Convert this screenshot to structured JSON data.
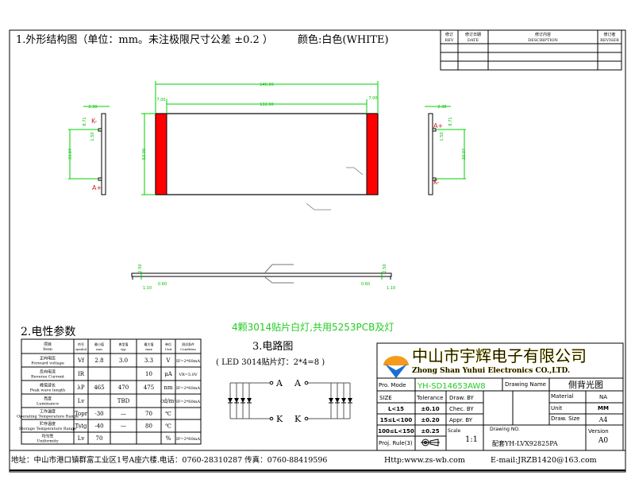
{
  "title": "1.外形结构图（单位：mm。未注极限尺寸公差 ±0.2 ）",
  "color_label": "颜色:白色(WHITE)",
  "revision_table": {
    "headers": [
      [
        "修订",
        "REV"
      ],
      [
        "修订日期",
        "DATE"
      ],
      [
        "修订内容",
        "DESCRIPTION"
      ],
      [
        "修订者",
        "REVISER"
      ]
    ]
  },
  "dimensions": {
    "total_length": "146.00",
    "inner_length": "132.00",
    "end_left": "7.00",
    "end_right": "7.00",
    "height": "53.00",
    "side_thickness": "2.30",
    "pin_offset": "8.71",
    "pin_width": "1.50",
    "pin_pitch": "33.07",
    "bottom_height": "2.50",
    "bottom_pin": "0.60",
    "bottom_offset": "1.10"
  },
  "pins": {
    "k": "K-",
    "a": "A+"
  },
  "colors": {
    "led_bar": "#ff0000",
    "dimension": "#00d000",
    "brand_yellow": "#ffff33",
    "model_green": "#22cc22"
  },
  "note": "4颗3014贴片白灯,共用5253PCB及灯",
  "section2_title": "2.电性参数",
  "electrical_table": {
    "headers": [
      [
        "项目",
        "Item"
      ],
      [
        "符号",
        "symbol"
      ],
      [
        "最小值",
        "min"
      ],
      [
        "典型值",
        "typ"
      ],
      [
        "最大值",
        "max"
      ],
      [
        "单位",
        "Unit"
      ],
      [
        "测试条件",
        "Condition"
      ]
    ],
    "rows": [
      [
        [
          "正向电压",
          "Forward voltage"
        ],
        "Vf",
        "2.8",
        "3.0",
        "3.3",
        "V",
        "IF=2*60mA"
      ],
      [
        [
          "反向电流",
          "Reverse Current"
        ],
        "IR",
        "",
        "",
        "10",
        "μA",
        "VR=5.0V"
      ],
      [
        [
          "峰值波长",
          "Peak wave length"
        ],
        "λP",
        "465",
        "470",
        "475",
        "nm",
        "IF=2*60mA"
      ],
      [
        [
          "亮度",
          "Luminance"
        ],
        "Lv",
        "",
        "TBD",
        "",
        "cd/m²",
        "IF=2*60mA"
      ],
      [
        [
          "工作温度",
          "Operating Temperature Range"
        ],
        "Topr",
        "-30",
        "—",
        "70",
        "℃",
        ""
      ],
      [
        [
          "贮存温度",
          "Storage Temperature Range"
        ],
        "Tstg",
        "-40",
        "—",
        "80",
        "℃",
        ""
      ],
      [
        [
          "均匀性",
          "Uniformity"
        ],
        "Lv",
        "70",
        "",
        "",
        "%",
        "IF=2*60mA"
      ]
    ]
  },
  "section3_title": "3.电路图",
  "circuit_note": "( LED 3014贴片灯：2*4=8 )",
  "circuit_labels": {
    "a": "A",
    "k": "K"
  },
  "company": {
    "name_cn": "中山市宇辉电子有限公司",
    "name_en": "Zhong Shan Yuhui Electronics CO.,LTD."
  },
  "title_block": {
    "pro_mode_label": "Pro. Mode",
    "pro_mode": "YH-SD14653AW8",
    "drawing_name_label": "Drawing Name",
    "drawing_name": "侧背光图",
    "size_label": "SIZE",
    "tolerance_label": "Tolerance",
    "tolerances": [
      [
        "L<15",
        "±0.10"
      ],
      [
        "15≤L<100",
        "±0.20"
      ],
      [
        "100≤L<150",
        "±0.25"
      ]
    ],
    "draw_by": "Draw. BY",
    "chec_by": "Chec. BY",
    "appr_by": "Appr. BY",
    "material_label": "Material",
    "material": "NA",
    "unit_label": "Unit",
    "unit": "MM",
    "draw_size_label": "Draw. Size",
    "draw_size": "A4",
    "scale_label": "Scale",
    "scale": "1:1",
    "drawing_no_label": "Drawing NO.",
    "drawing_no": "配套YH-LVX92825PA",
    "version_label": "Version",
    "version": "A0",
    "proj_rule_label": "Proj. Rule(3)"
  },
  "footer": {
    "address": "地址：中山市港口镇群富工业区1号A座六楼.电话：0760-28310287 传真：0760-88419596",
    "web": "Http:www.zs-wb.com",
    "email": "E-mail:JRZB1420@163.com"
  }
}
